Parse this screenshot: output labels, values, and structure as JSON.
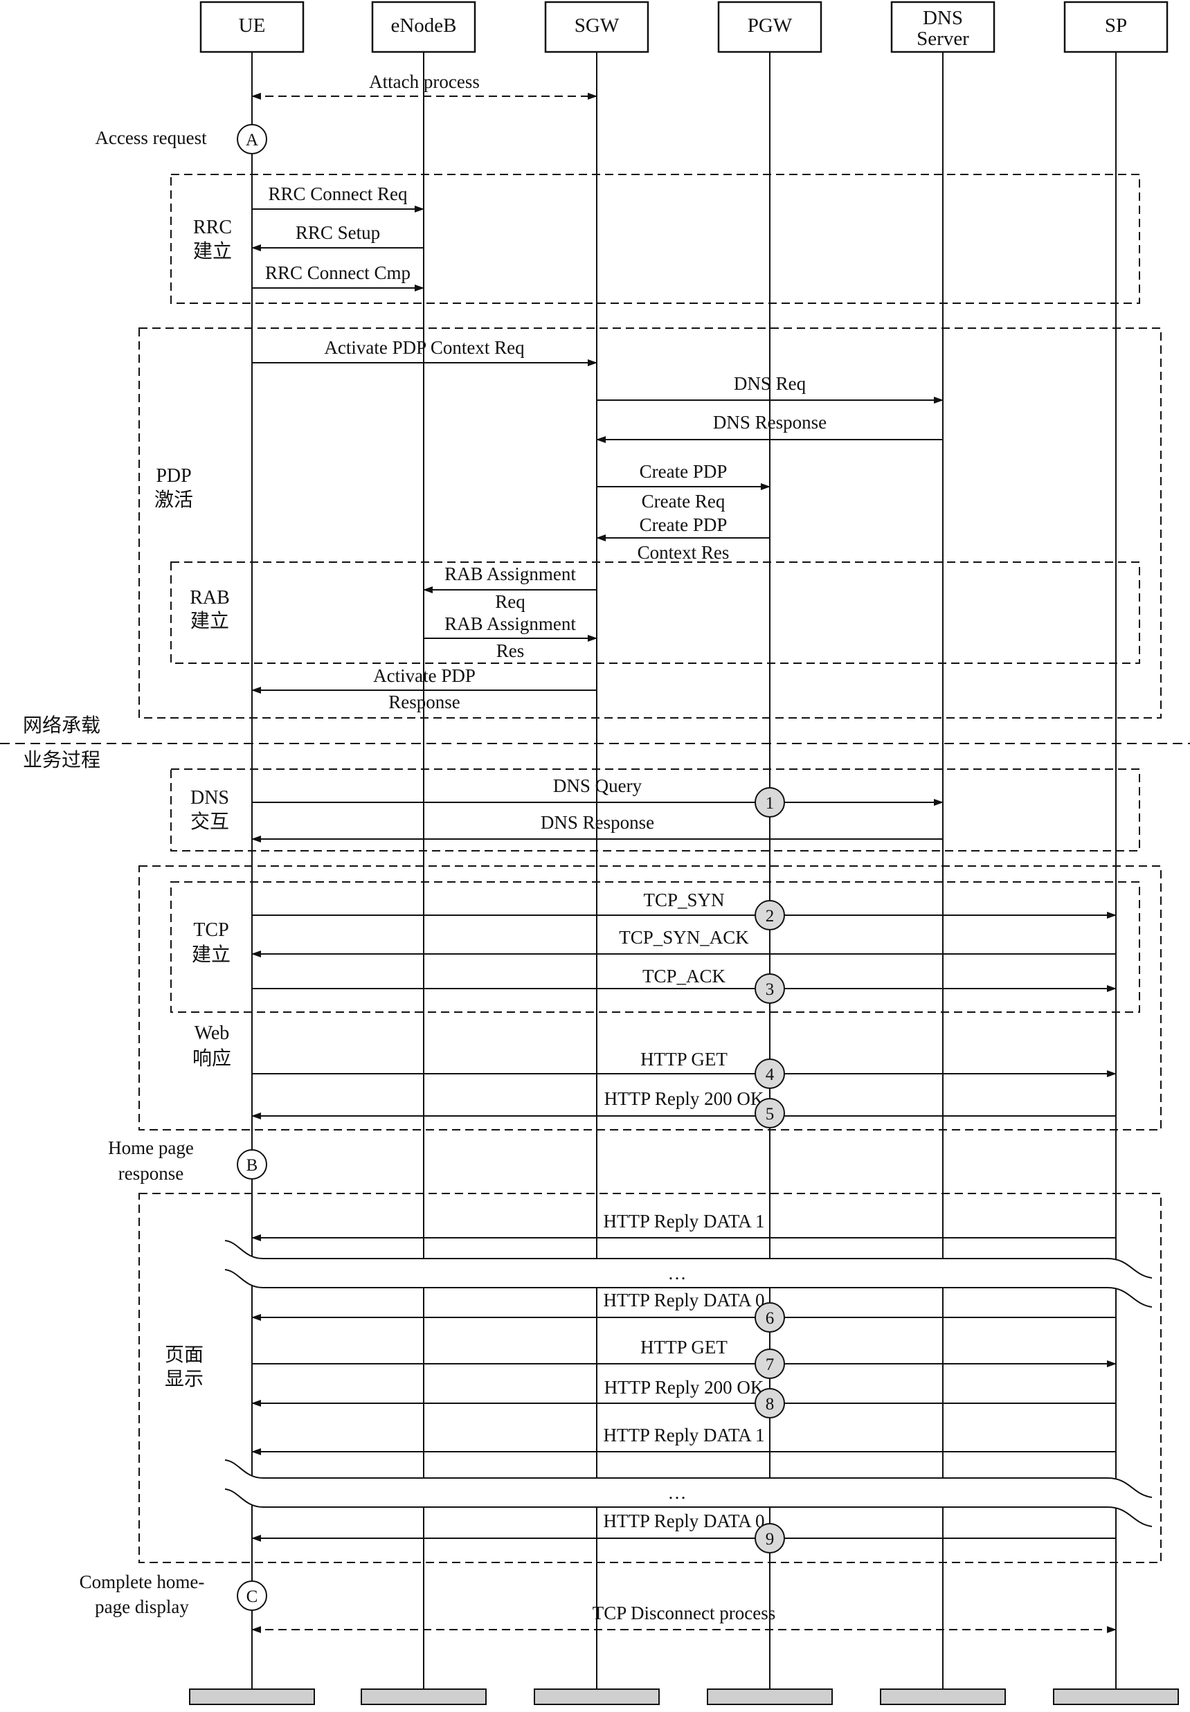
{
  "entities": [
    {
      "id": "ue",
      "label": "UE"
    },
    {
      "id": "enb",
      "label": "eNodeB"
    },
    {
      "id": "sgw",
      "label": "SGW"
    },
    {
      "id": "pgw",
      "label": "PGW"
    },
    {
      "id": "dns",
      "label": "DNS",
      "label2": "Server"
    },
    {
      "id": "sp",
      "label": "SP"
    }
  ],
  "checkpoints": [
    {
      "id": "a",
      "letter": "A",
      "label": "Access request",
      "label2": ""
    },
    {
      "id": "b",
      "letter": "B",
      "label": "Home page",
      "label2": "response"
    },
    {
      "id": "c",
      "letter": "C",
      "label": "Complete home-",
      "label2": "page display"
    }
  ],
  "sections": [
    {
      "id": "rrc",
      "line1": "RRC",
      "line2": "建立"
    },
    {
      "id": "pdp",
      "line1": "PDP",
      "line2": "激活"
    },
    {
      "id": "rab",
      "line1": "RAB",
      "line2": "建立"
    },
    {
      "id": "dnsx",
      "line1": "DNS",
      "line2": "交互"
    },
    {
      "id": "tcp",
      "line1": "TCP",
      "line2": "建立"
    },
    {
      "id": "web",
      "line1": "Web",
      "line2": "响应"
    },
    {
      "id": "page",
      "line1": "页面",
      "line2": "显示"
    }
  ],
  "divider": {
    "upper": "网络承载",
    "lower": "业务过程"
  },
  "ellipsis": "…",
  "messages": [
    {
      "id": "attach",
      "from": "ue",
      "to": "sgw",
      "style": "dashed",
      "two_way": true,
      "label": [
        "Attach process"
      ]
    },
    {
      "id": "rrc-req",
      "from": "ue",
      "to": "enb",
      "style": "solid",
      "label": [
        "RRC Connect Req"
      ]
    },
    {
      "id": "rrc-setup",
      "from": "enb",
      "to": "ue",
      "style": "solid",
      "label": [
        "RRC Setup"
      ]
    },
    {
      "id": "rrc-cmp",
      "from": "ue",
      "to": "enb",
      "style": "solid",
      "label": [
        "RRC Connect Cmp"
      ]
    },
    {
      "id": "pdp-req",
      "from": "ue",
      "to": "sgw",
      "style": "solid",
      "label": [
        "Activate PDP Context Req"
      ]
    },
    {
      "id": "dns-req",
      "from": "sgw",
      "to": "dns",
      "style": "solid",
      "label": [
        "DNS Req"
      ]
    },
    {
      "id": "dns-resp",
      "from": "dns",
      "to": "sgw",
      "style": "solid",
      "label": [
        "DNS Response"
      ]
    },
    {
      "id": "create-req",
      "from": "sgw",
      "to": "pgw",
      "style": "solid",
      "label": [
        "Create PDP",
        "Create Req"
      ]
    },
    {
      "id": "create-res",
      "from": "pgw",
      "to": "sgw",
      "style": "solid",
      "label": [
        "Create PDP",
        "Context Res"
      ]
    },
    {
      "id": "rab-req",
      "from": "sgw",
      "to": "enb",
      "style": "solid",
      "label": [
        "RAB Assignment",
        "Req"
      ]
    },
    {
      "id": "rab-res",
      "from": "enb",
      "to": "sgw",
      "style": "solid",
      "label": [
        "RAB Assignment",
        "Res"
      ]
    },
    {
      "id": "pdp-resp",
      "from": "sgw",
      "to": "ue",
      "style": "solid",
      "label": [
        "Activate PDP",
        "Response"
      ]
    },
    {
      "id": "dns-query",
      "from": "ue",
      "to": "dns",
      "style": "solid",
      "label": [
        "DNS Query"
      ],
      "badge": "1"
    },
    {
      "id": "dns-response2",
      "from": "dns",
      "to": "ue",
      "style": "solid",
      "label": [
        "DNS Response"
      ]
    },
    {
      "id": "tcp-syn",
      "from": "ue",
      "to": "sp",
      "style": "solid",
      "label": [
        "TCP_SYN"
      ],
      "badge": "2"
    },
    {
      "id": "tcp-syn-ack",
      "from": "sp",
      "to": "ue",
      "style": "solid",
      "label": [
        "TCP_SYN_ACK"
      ]
    },
    {
      "id": "tcp-ack",
      "from": "ue",
      "to": "sp",
      "style": "solid",
      "label": [
        "TCP_ACK"
      ],
      "badge": "3"
    },
    {
      "id": "http-get-1",
      "from": "ue",
      "to": "sp",
      "style": "solid",
      "label": [
        "HTTP GET"
      ],
      "badge": "4"
    },
    {
      "id": "http-200-1",
      "from": "sp",
      "to": "ue",
      "style": "solid",
      "label": [
        "HTTP Reply 200 OK"
      ],
      "badge": "5"
    },
    {
      "id": "http-data1-1",
      "from": "sp",
      "to": "ue",
      "style": "solid",
      "label": [
        "HTTP Reply DATA 1"
      ]
    },
    {
      "id": "http-data0-1",
      "from": "sp",
      "to": "ue",
      "style": "solid",
      "label": [
        "HTTP Reply DATA 0"
      ],
      "badge": "6"
    },
    {
      "id": "http-get-2",
      "from": "ue",
      "to": "sp",
      "style": "solid",
      "label": [
        "HTTP GET"
      ],
      "badge": "7"
    },
    {
      "id": "http-200-2",
      "from": "sp",
      "to": "ue",
      "style": "solid",
      "label": [
        "HTTP Reply 200 OK"
      ],
      "badge": "8"
    },
    {
      "id": "http-data1-2",
      "from": "sp",
      "to": "ue",
      "style": "solid",
      "label": [
        "HTTP Reply DATA 1"
      ]
    },
    {
      "id": "http-data0-2",
      "from": "sp",
      "to": "ue",
      "style": "solid",
      "label": [
        "HTTP Reply DATA 0"
      ],
      "badge": "9"
    },
    {
      "id": "tcp-disc",
      "from": "ue",
      "to": "sp",
      "style": "dashed",
      "two_way": true,
      "label": [
        "TCP Disconnect process"
      ]
    }
  ]
}
